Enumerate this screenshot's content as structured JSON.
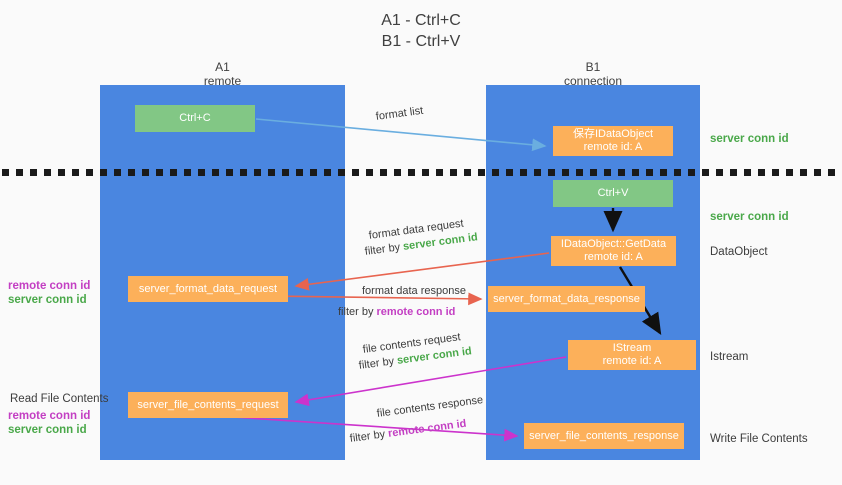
{
  "title": {
    "line1": "A1 - Ctrl+C",
    "line2": "B1 - Ctrl+V"
  },
  "lanes": [
    {
      "name": "A1",
      "sub": "remote",
      "color": "#4a86e0"
    },
    {
      "name": "B1",
      "sub": "connection",
      "color": "#4a86e0"
    }
  ],
  "boxes": {
    "ctrl_c": "Ctrl+C",
    "save_dataobject": "保存IDataObject\nremote id: A",
    "ctrl_v": "Ctrl+V",
    "getdata": "IDataObject::GetData\nremote id: A",
    "format_data_request": "server_format_data_request",
    "format_data_response": "server_format_data_response",
    "istream": "IStream\nremote id: A",
    "file_contents_request": "server_file_contents_request",
    "file_contents_response": "server_file_contents_response"
  },
  "right_labels": {
    "server_conn_id_1": "server conn id",
    "server_conn_id_2": "server conn id",
    "dataobject": "DataObject",
    "istream": "Istream",
    "write_file_contents": "Write File Contents"
  },
  "left_labels": {
    "remote_conn_id_1": "remote conn id",
    "server_conn_id_1": "server conn id",
    "read_file_contents": "Read File Contents",
    "remote_conn_id_2": "remote conn id",
    "server_conn_id_2": "server conn id"
  },
  "flows": {
    "format_list": "format list",
    "format_data_request": "format data request",
    "format_data_request_filter_prefix": "filter by ",
    "format_data_request_filter_value": "server conn id",
    "format_data_response": "format data response",
    "format_data_response_filter_prefix": "filter by ",
    "format_data_response_filter_value": "remote conn id",
    "file_contents_request": "file contents request",
    "file_contents_request_filter_prefix": "filter by ",
    "file_contents_request_filter_value": "server conn id",
    "file_contents_response": "file contents response",
    "file_contents_response_filter_prefix": "filter by ",
    "file_contents_response_filter_value": "remote conn id"
  },
  "colors": {
    "lane": "#4a86e0",
    "green_box": "#82c785",
    "orange_box": "#fcb05a",
    "green_text": "#4aa84a",
    "purple_text": "#c33fc3",
    "red_arrow": "#e8644f",
    "magenta_arrow": "#cc33cc",
    "blue_arrow": "#6aaee0",
    "black_arrow": "#101010",
    "background": "#fafafa"
  }
}
